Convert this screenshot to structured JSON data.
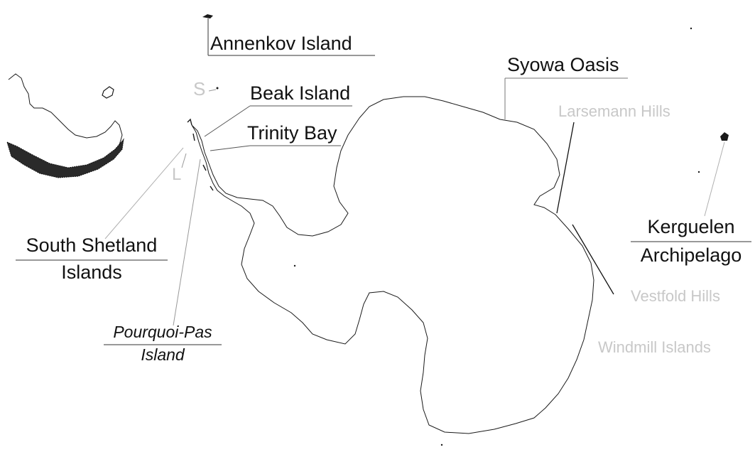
{
  "map": {
    "labels": {
      "annenkov": "Annenkov Island",
      "syowa": "Syowa Oasis",
      "beak": "Beak Island",
      "trinity": "Trinity Bay",
      "larsemann": "Larsemann Hills",
      "kerguelen_1": "Kerguelen",
      "kerguelen_2": "Archipelago",
      "south_shetland_1": "South Shetland",
      "south_shetland_2": "Islands",
      "pourquoi_1": "Pourquoi-Pas",
      "pourquoi_2": "Island",
      "vestfold": "Vestfold Hills",
      "windmill": "Windmill Islands",
      "marker_s": "S",
      "marker_l": "L"
    },
    "colors": {
      "coastline": "#1a1a1a",
      "leader_dark": "#333333",
      "leader_light": "#b0b0b0",
      "faint_text": "#c8c8c8",
      "dark_text": "#111111"
    }
  }
}
